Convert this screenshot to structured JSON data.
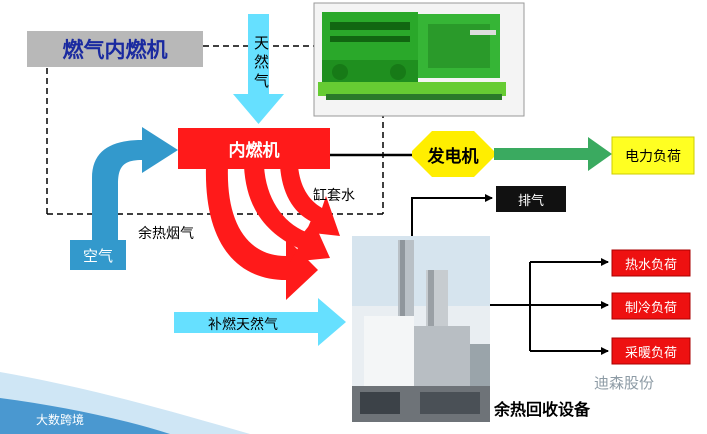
{
  "title_box": "燃气内燃机",
  "natural_gas": "天然气",
  "engine": "内燃机",
  "generator": "发电机",
  "power_load": "电力负荷",
  "jacket_water": "缸套水",
  "waste_heat_flue": "余热烟气",
  "air": "空气",
  "exhaust": "排气",
  "supplementary_gas": "补燃天然气",
  "hot_water_load": "热水负荷",
  "cooling_load": "制冷负荷",
  "heating_load": "采暖负荷",
  "recovery_equipment": "余热回收设备",
  "watermark_right": "迪森股份",
  "watermark_left": "大数跨境",
  "colors": {
    "engine_red": "#ff1a1a",
    "generator_yellow": "#ffee00",
    "power_load_yellow": "#ffff22",
    "arrow_cyan": "#66e0ff",
    "air_blue": "#3399cc",
    "load_red": "#ee1111",
    "title_gray": "#b8b8b8",
    "green_arrow": "#3aaa60"
  }
}
